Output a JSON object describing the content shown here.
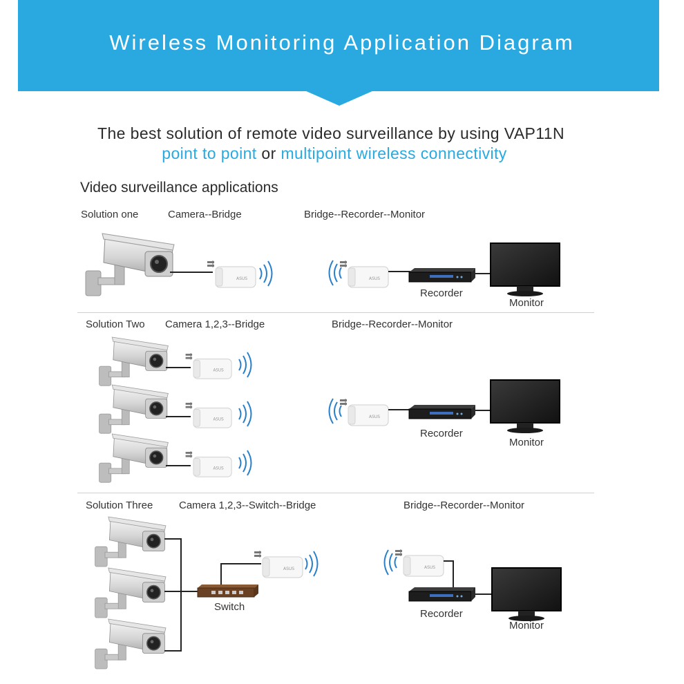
{
  "header": {
    "title": "Wireless Monitoring Application Diagram",
    "banner_color": "#29a9e0"
  },
  "headline": {
    "line1": "The best solution of remote video surveillance by using VAP11N",
    "highlight1": "point to point",
    "connector": "or",
    "highlight2": "multipoint wireless connectivity",
    "highlight_color": "#29a9e0"
  },
  "section_title": "Video surveillance applications",
  "solutions": [
    {
      "name": "Solution one",
      "left_label": "Camera--Bridge",
      "right_label": "Bridge--Recorder--Monitor",
      "recorder_label": "Recorder",
      "monitor_label": "Monitor"
    },
    {
      "name": "Solution Two",
      "left_label": "Camera 1,2,3--Bridge",
      "right_label": "Bridge--Recorder--Monitor",
      "recorder_label": "Recorder",
      "monitor_label": "Monitor"
    },
    {
      "name": "Solution Three",
      "left_label": "Camera 1,2,3--Switch--Bridge",
      "right_label": "Bridge--Recorder--Monitor",
      "switch_label": "Switch",
      "recorder_label": "Recorder",
      "monitor_label": "Monitor"
    }
  ],
  "icons": [
    "camera-icon",
    "bridge-icon",
    "wifi-signal-icon",
    "recorder-icon",
    "monitor-icon",
    "switch-icon"
  ]
}
